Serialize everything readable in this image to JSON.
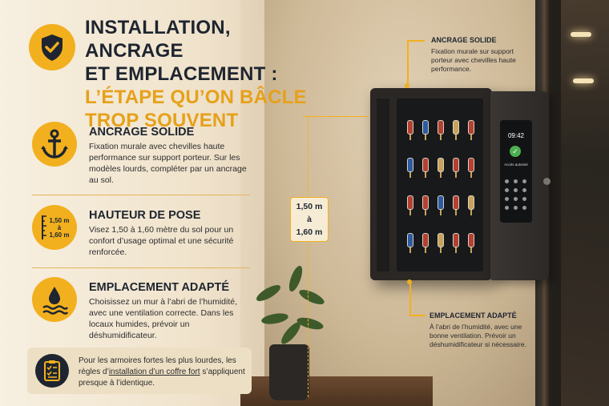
{
  "title": {
    "line1": "INSTALLATION, ANCRAGE",
    "line2": "ET EMPLACEMENT :",
    "line3": "L’ÉTAPE QU’ON BÂCLE",
    "line4": "TROP SOUVENT"
  },
  "features": [
    {
      "icon": "anchor-icon",
      "title": "ANCRAGE SOLIDE",
      "text": "Fixation murale avec chevilles haute performance sur support porteur. Sur les modèles lourds, compléter par un ancrage au sol."
    },
    {
      "icon": "height-ruler-icon",
      "icon_label": [
        "1,50 m",
        "à",
        "1,60 m"
      ],
      "title": "HAUTEUR DE POSE",
      "text": "Visez 1,50 à 1,60 mètre du sol pour un confort d’usage optimal et une sécurité renforcée."
    },
    {
      "icon": "water-drop-icon",
      "title": "EMPLACEMENT ADAPTÉ",
      "text": "Choisissez un mur à l’abri de l’humidité, avec une ventilation correcte. Dans les locaux humides, prévoir un déshumidificateur."
    }
  ],
  "note": {
    "icon": "checklist-icon",
    "before": "Pour les armoires fortes les plus lourdes, les règles d’",
    "link": "installation d’un coffre fort",
    "after": " s’appliquent presque à l’identique."
  },
  "annotations": {
    "top": {
      "title": "ANCRAGE SOLIDE",
      "text": "Fixation murale sur support porteur avec chevilles haute performance."
    },
    "bottom": {
      "title": "EMPLACEMENT ADAPTÉ",
      "text": "À l’abri de l’humidité, avec une bonne ventilation. Prévoir un déshumidificateur si nécessaire."
    }
  },
  "dimension": [
    "1,50 m",
    "à",
    "1,60 m"
  ],
  "keypad": {
    "time": "09:42",
    "status": "Accès autorisé"
  },
  "colors": {
    "accent": "#f2b01e",
    "dark": "#1e2530",
    "panel": "#f4ead7"
  }
}
